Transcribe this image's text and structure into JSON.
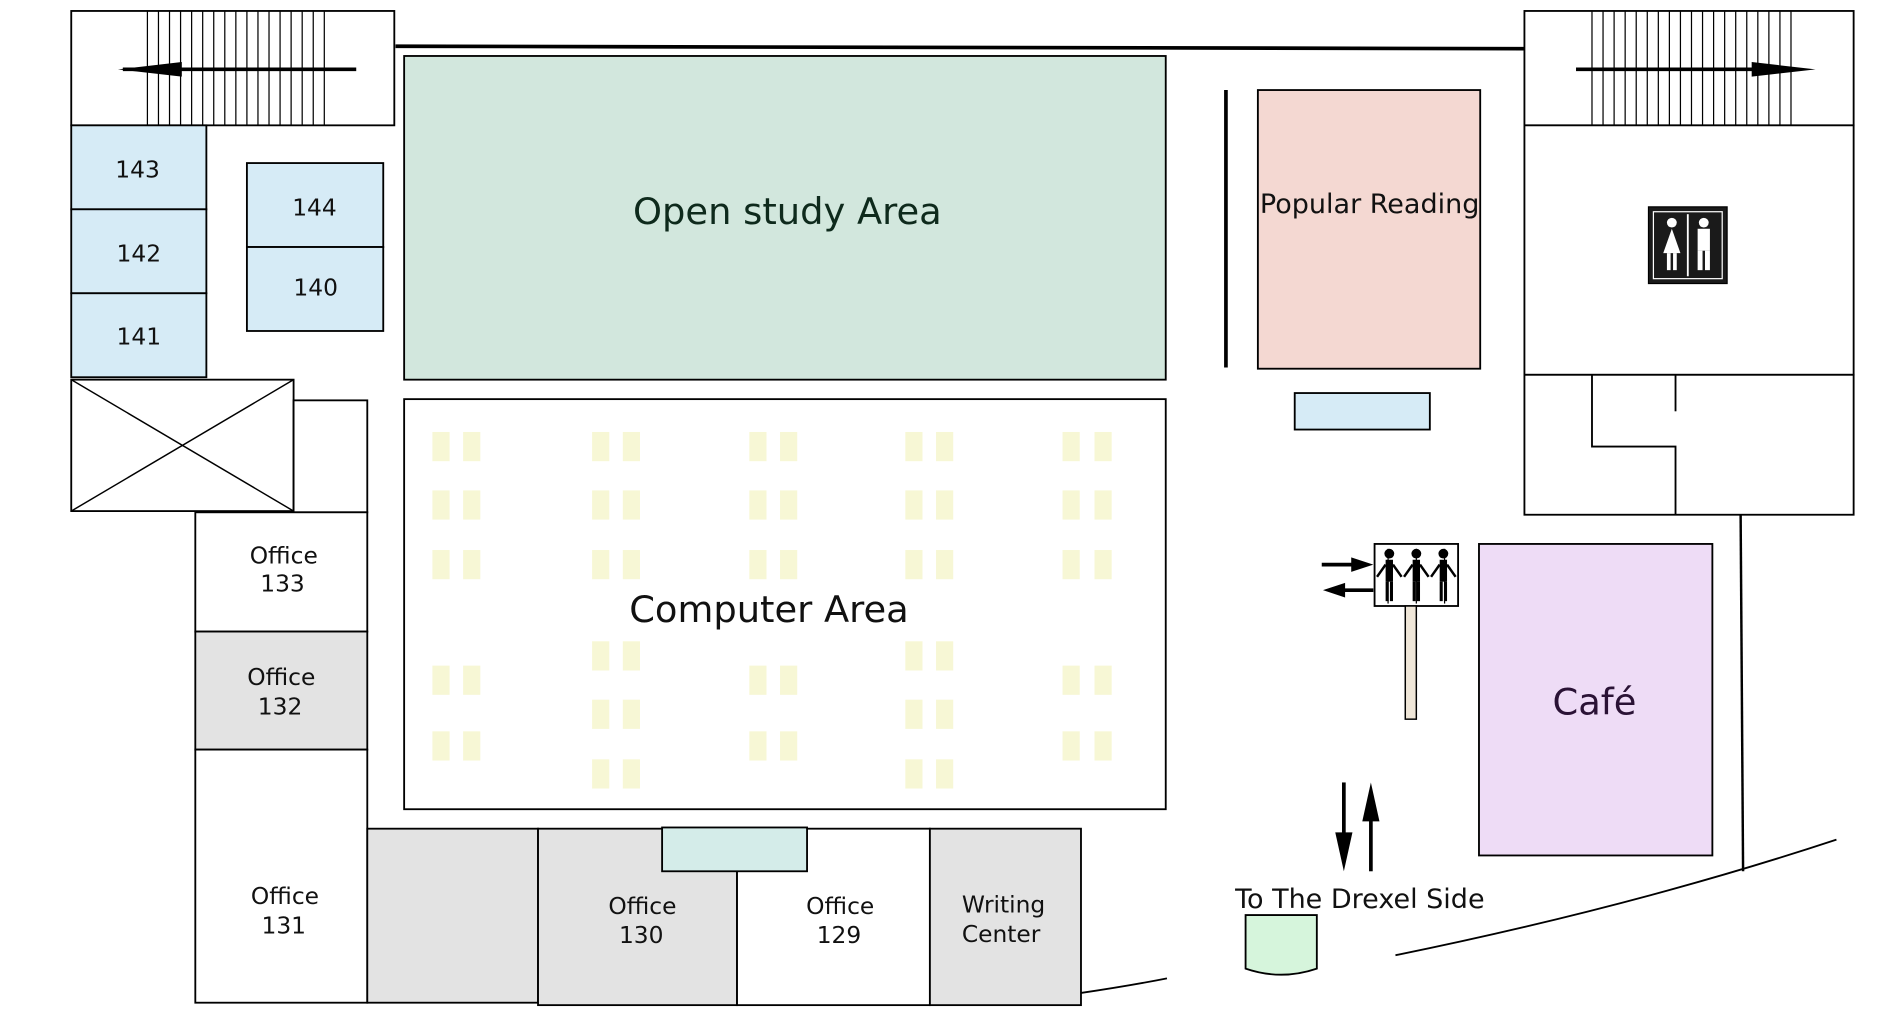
{
  "rooms": {
    "r143": "143",
    "r142": "142",
    "r141": "141",
    "r144": "144",
    "r140": "140"
  },
  "offices": {
    "o133_a": "Office",
    "o133_b": "133",
    "o132_a": "Office",
    "o132_b": "132",
    "o131_a": "Office",
    "o131_b": "131",
    "o130_a": "Office",
    "o130_b": "130",
    "o129_a": "Office",
    "o129_b": "129",
    "writing_a": "Writing",
    "writing_b": "Center"
  },
  "areas": {
    "open_study": "Open study Area",
    "computer": "Computer Area",
    "popular_reading": "Popular Reading",
    "cafe": "Café",
    "drexel": "To The Drexel Side"
  },
  "colors": {
    "blue_room": "#d6ebf6",
    "open_study": "#d2e7dd",
    "popular_reading": "#f4d8d2",
    "cafe": "#eedcf6",
    "gray_office": "#e3e3e3",
    "desk": "#f7f7d5",
    "teal_desk": "#d4ece9",
    "green_box": "#d6f5dc",
    "pole": "#efe6d8"
  },
  "icons": [
    "stairs-icon",
    "restroom-icon",
    "elevator-icon",
    "arrow-icon"
  ]
}
